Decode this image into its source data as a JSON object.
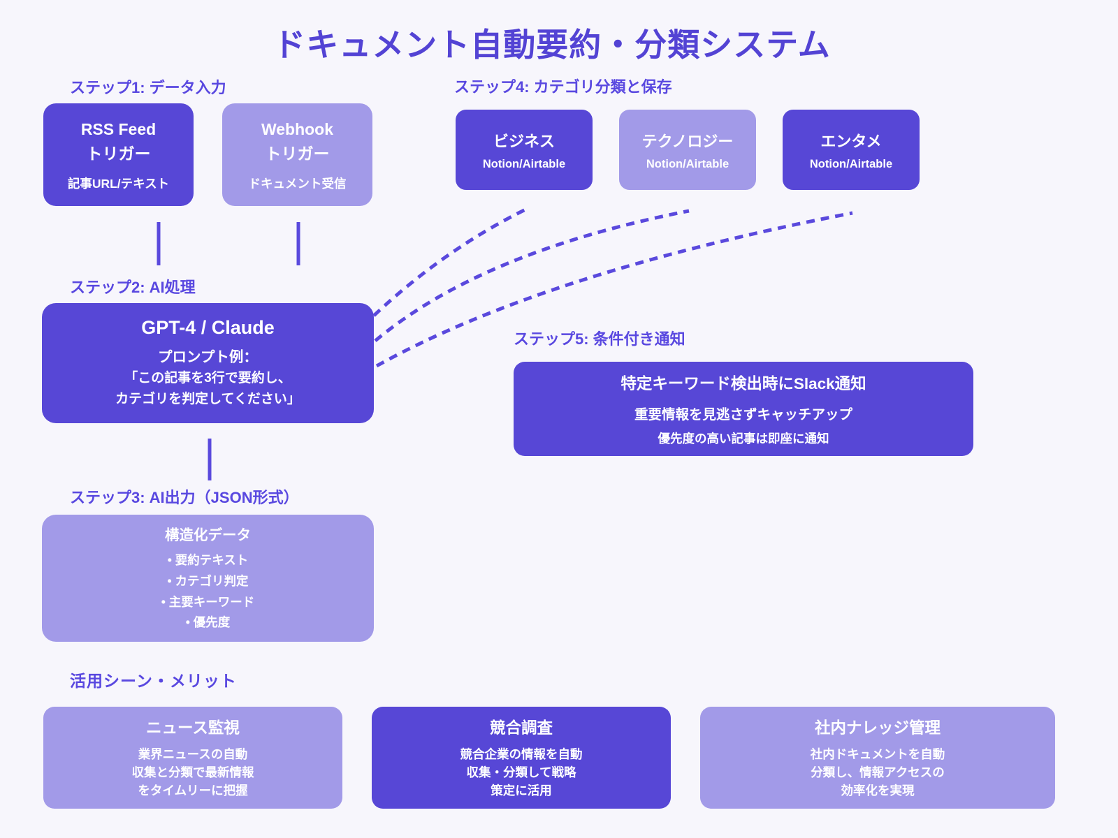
{
  "title": "ドキュメント自動要約・分類システム",
  "step1": {
    "label": "ステップ1: データ入力",
    "rss": {
      "title1": "RSS Feed",
      "title2": "トリガー",
      "subtitle": "記事URL/テキスト"
    },
    "webhook": {
      "title1": "Webhook",
      "title2": "トリガー",
      "subtitle": "ドキュメント受信"
    }
  },
  "step4": {
    "label": "ステップ4: カテゴリ分類と保存",
    "business": {
      "title": "ビジネス",
      "subtitle": "Notion/Airtable"
    },
    "technology": {
      "title": "テクノロジー",
      "subtitle": "Notion/Airtable"
    },
    "entertainment": {
      "title": "エンタメ",
      "subtitle": "Notion/Airtable"
    }
  },
  "step2": {
    "label": "ステップ2: AI処理",
    "model": "GPT-4 / Claude",
    "prompt_label": "プロンプト例：",
    "prompt_line1": "「この記事を3行で要約し、",
    "prompt_line2": "カテゴリを判定してください」"
  },
  "step5": {
    "label": "ステップ5: 条件付き通知",
    "notify": {
      "title": "特定キーワード検出時にSlack通知",
      "line1": "重要情報を見逃さずキャッチアップ",
      "line2": "優先度の高い記事は即座に通知"
    }
  },
  "step3": {
    "label": "ステップ3: AI出力（JSON形式）",
    "output": {
      "title": "構造化データ",
      "bullet1": "• 要約テキスト",
      "bullet2": "• カテゴリ判定",
      "bullet3": "• 主要キーワード",
      "bullet4": "• 優先度"
    }
  },
  "benefits": {
    "label": "活用シーン・メリット",
    "news": {
      "title": "ニュース監視",
      "line1": "業界ニュースの自動",
      "line2": "収集と分類で最新情報",
      "line3": "をタイムリーに把握"
    },
    "competitor": {
      "title": "競合調査",
      "line1": "競合企業の情報を自動",
      "line2": "収集・分類して戦略",
      "line3": "策定に活用"
    },
    "knowledge": {
      "title": "社内ナレッジ管理",
      "line1": "社内ドキュメントを自動",
      "line2": "分類し、情報アクセスの",
      "line3": "効率化を実現"
    }
  },
  "colors": {
    "background": "#f7f6fc",
    "node_dark": "#5747d6",
    "node_light": "#a29ae8",
    "heading_text": "#5948e0",
    "title_text": "#5343d4",
    "connector": "#5a49dd",
    "text_on_node": "#ffffff"
  }
}
